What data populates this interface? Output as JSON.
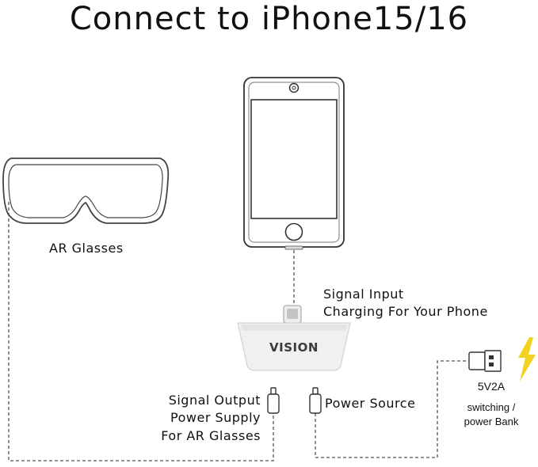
{
  "title": "Connect to iPhone15/16",
  "glasses": {
    "label": "AR Glasses"
  },
  "adapter": {
    "brand": "VISION"
  },
  "signal_input": {
    "line1": "Signal Input",
    "line2": "Charging For Your Phone"
  },
  "signal_output": {
    "line1": "Signal Output",
    "line2": "Power Supply",
    "line3": "For AR Glasses"
  },
  "power_source": {
    "label": "Power Source"
  },
  "charger": {
    "rating": "5V2A",
    "line1": "switching /",
    "line2": "power Bank"
  },
  "colors": {
    "bolt": "#f2d21e",
    "adapter_body": "#f0f0ee",
    "lines": "#555555"
  },
  "icons": [
    "iphone-icon",
    "ar-glasses-icon",
    "usb-c-plug-icon",
    "usb-a-plug-icon",
    "lightning-bolt-icon"
  ]
}
